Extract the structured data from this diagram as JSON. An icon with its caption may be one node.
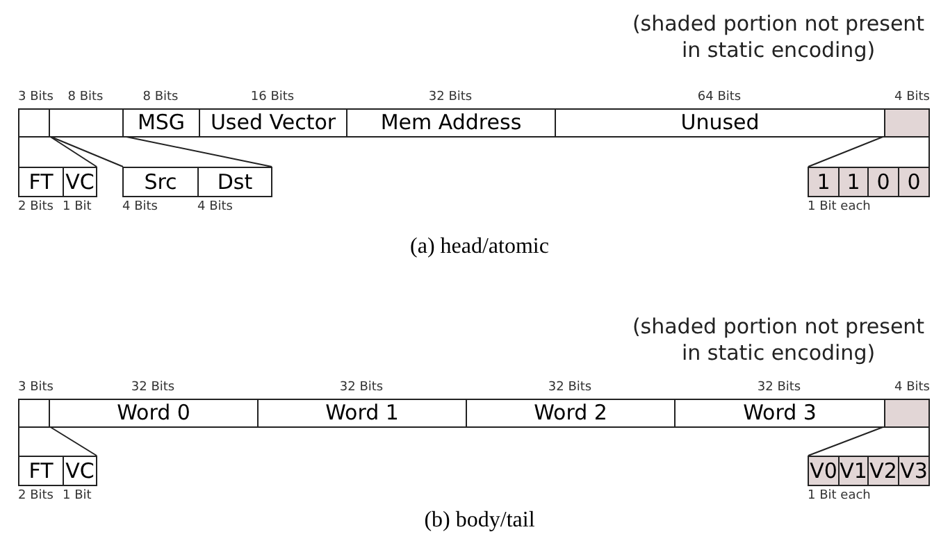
{
  "diagram": {
    "nodes": [
      {
        "text": [],
        "shape": "box",
        "beside": [
          "3 Bits"
        ]
      },
      {
        "text": [],
        "shape": "box",
        "beside": [
          "8 Bits"
        ]
      },
      {
        "text": [
          "MSG"
        ],
        "beside": [
          "8 Bits"
        ]
      },
      {
        "text": [
          "Used Vector"
        ],
        "beside": [
          "16 Bits"
        ]
      },
      {
        "text": [
          "Mem Address"
        ],
        "beside": [
          "32 Bits"
        ]
      },
      {
        "text": [
          "Unused"
        ],
        "beside": [
          "64 Bits"
        ]
      },
      {
        "text": [],
        "shape": "box",
        "beside": [
          "4 Bits"
        ]
      },
      {
        "text": [
          "FT"
        ],
        "beside": [
          "2 Bits"
        ]
      },
      {
        "text": [
          "VC"
        ],
        "beside": [
          "1 Bit"
        ]
      },
      {
        "text": [
          "Src"
        ],
        "beside": [
          "4 Bits"
        ]
      },
      {
        "text": [
          "Dst"
        ],
        "beside": [
          "4 Bits"
        ]
      },
      {
        "text": [
          "1"
        ]
      },
      {
        "text": [
          "1"
        ]
      },
      {
        "text": [
          "0"
        ]
      },
      {
        "text": [
          "0"
        ]
      },
      {
        "text": [],
        "shape": "box",
        "beside": [
          "3 Bits"
        ]
      },
      {
        "text": [
          "Word 0"
        ],
        "beside": [
          "32 Bits"
        ]
      },
      {
        "text": [
          "Word 1"
        ],
        "beside": [
          "32 Bits"
        ]
      },
      {
        "text": [
          "Word 2"
        ],
        "beside": [
          "32 Bits"
        ]
      },
      {
        "text": [
          "Word 3"
        ],
        "beside": [
          "32 Bits"
        ]
      },
      {
        "text": [],
        "shape": "box",
        "beside": [
          "4 Bits"
        ]
      },
      {
        "text": [
          "FT"
        ],
        "beside": [
          "2 Bits"
        ]
      },
      {
        "text": [
          "VC"
        ],
        "beside": [
          "1 Bit"
        ]
      },
      {
        "text": [
          "V0"
        ]
      },
      {
        "text": [
          "V1"
        ]
      },
      {
        "text": [
          "V2"
        ]
      },
      {
        "text": [
          "V3"
        ]
      }
    ],
    "edges": [
      {
        "from": 0,
        "to": 7,
        "arrow": "none"
      },
      {
        "from": 0,
        "to": 8,
        "arrow": "none"
      },
      {
        "from": 1,
        "to": 9,
        "arrow": "none"
      },
      {
        "from": 1,
        "to": 10,
        "arrow": "none"
      },
      {
        "from": 6,
        "to": 11,
        "arrow": "none"
      },
      {
        "from": 6,
        "to": 14,
        "arrow": "none"
      },
      {
        "from": 15,
        "to": 21,
        "arrow": "none"
      },
      {
        "from": 15,
        "to": 22,
        "arrow": "none"
      },
      {
        "from": 20,
        "to": 23,
        "arrow": "none"
      },
      {
        "from": 20,
        "to": 26,
        "arrow": "none"
      }
    ],
    "labels": [
      "(shaded portion not present in static encoding)",
      "1 Bit each",
      "(a) head/atomic",
      "(shaded portion not present in static encoding)",
      "1 Bit each",
      "(b) body/tail"
    ]
  }
}
